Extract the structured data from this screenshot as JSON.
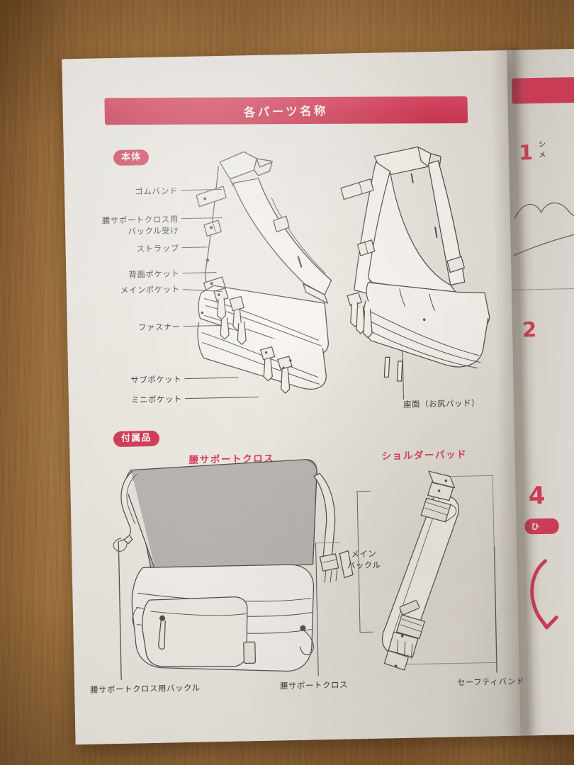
{
  "photo": {
    "background": "wood-desk",
    "wood_color": "#a9773f",
    "paper_color": "#edebe5"
  },
  "left_page": {
    "banner": {
      "title": "各パーツ名称",
      "color": "#d73f5b",
      "text_color": "#ffffff"
    },
    "sections": [
      {
        "pill": "本体",
        "pill_color": "#d7405c",
        "callouts_left": [
          {
            "text": "ゴムバンド"
          },
          {
            "text": "腰サポートクロス用",
            "text2": "バックル受け"
          },
          {
            "text": "ストラップ"
          },
          {
            "text": "背面ポケット"
          },
          {
            "text": "メインポケット"
          },
          {
            "text": "ファスナー"
          },
          {
            "text": "サブポケット"
          },
          {
            "text": "ミニポケット"
          }
        ],
        "callouts_right": [
          {
            "text": "座面（お尻パッド）"
          }
        ]
      },
      {
        "pill": "付属品",
        "pill_color": "#d7405c",
        "subheads": [
          {
            "text": "腰サポートクロス",
            "color": "#d7405c"
          },
          {
            "text": "ショルダーパッド",
            "color": "#d7405c"
          }
        ],
        "callouts": [
          {
            "text": "メイン",
            "text2": "バックル"
          },
          {
            "text": "腰サポートクロス用バックル"
          },
          {
            "text": "腰サポートクロス"
          },
          {
            "text": "セーフティバンド"
          }
        ]
      }
    ]
  },
  "right_page": {
    "step_numbers": [
      "1",
      "2",
      "4"
    ],
    "fragments": [
      "シ",
      "メ"
    ],
    "pill_fragment": "ひ",
    "accent_color": "#d7405c"
  }
}
